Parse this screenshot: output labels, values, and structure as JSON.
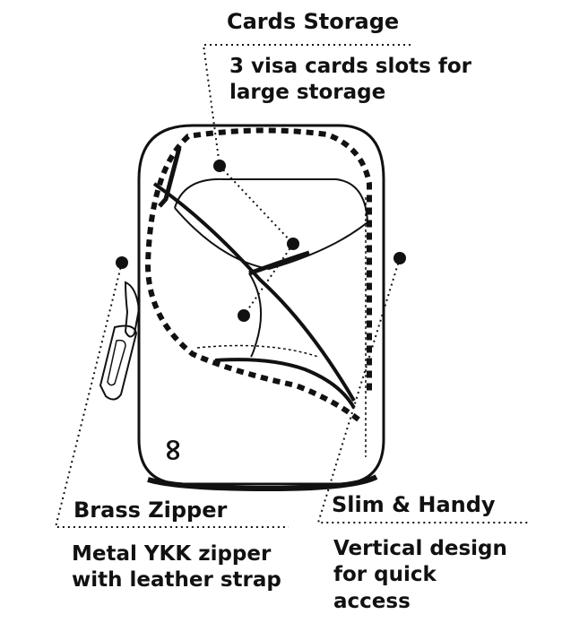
{
  "features": {
    "cards": {
      "title": "Cards Storage",
      "lines": [
        "3 visa cards slots for",
        "large storage"
      ]
    },
    "zipper": {
      "title": "Brass Zipper",
      "lines": [
        "Metal YKK zipper",
        "with leather strap"
      ]
    },
    "slim": {
      "title": "Slim & Handy",
      "lines": [
        "Vertical design",
        "for quick",
        "access"
      ]
    }
  },
  "logo": {
    "mark": "∞"
  },
  "colors": {
    "ink": "#111111",
    "background": "#ffffff"
  }
}
